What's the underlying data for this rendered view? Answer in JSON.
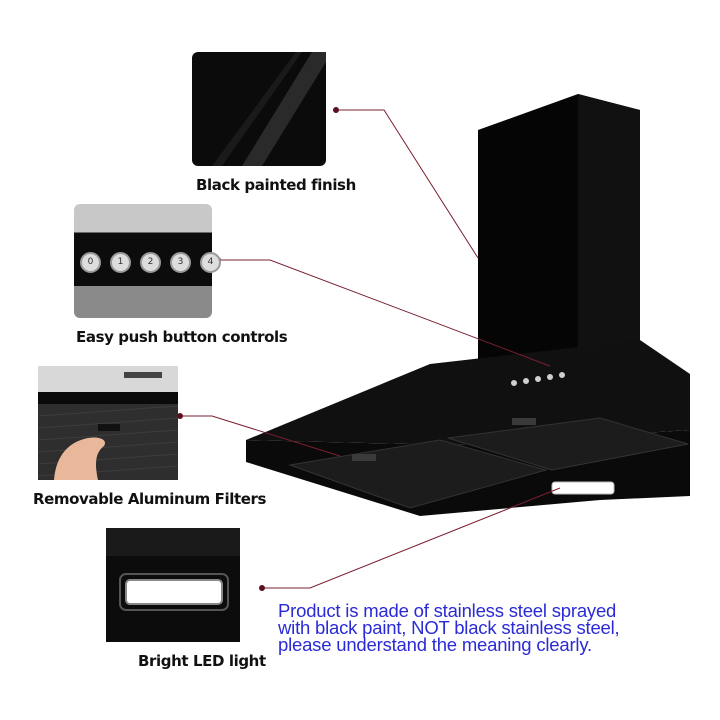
{
  "features": [
    {
      "label": "Black painted finish"
    },
    {
      "label": "Easy push button controls"
    },
    {
      "label": "Removable Aluminum Filters"
    },
    {
      "label": "Bright LED light"
    }
  ],
  "notice": {
    "line1": "Product is made of stainless steel sprayed",
    "line2": "with black paint, NOT black stainless steel,",
    "line3": "please understand the meaning clearly."
  },
  "button_labels": [
    "0",
    "1",
    "2",
    "3",
    "4"
  ],
  "colors": {
    "hood": "#000000",
    "leader_line": "#7a2030",
    "leader_dot": "#5a1020",
    "notice_text": "#2a2ad6"
  }
}
